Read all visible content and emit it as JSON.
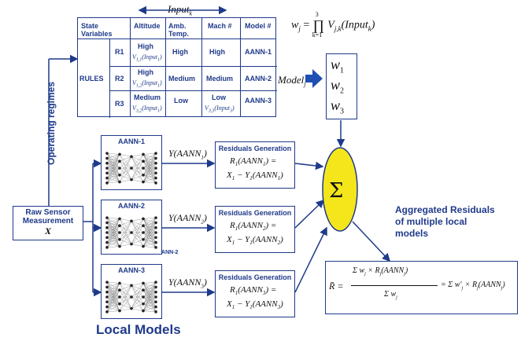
{
  "input_label": "Input",
  "input_sub": "k",
  "table": {
    "headers": [
      "State Variables",
      "Altitude",
      "Amb. Temp.",
      "Mach #",
      "Model #"
    ],
    "rules_label": "RULES",
    "rows": [
      {
        "rule": "R1",
        "altitude": "High",
        "altitude_v": "V",
        "altitude_vsub": "1,1",
        "altitude_vpar": "(Input",
        "altitude_vparsub": "1",
        "amb": "High",
        "mach": "High",
        "mach_v": "",
        "model": "AANN-1"
      },
      {
        "rule": "R2",
        "altitude": "High",
        "altitude_v": "V",
        "altitude_vsub": "1,2",
        "altitude_vpar": "(Input",
        "altitude_vparsub": "1",
        "amb": "Medium",
        "mach": "Medium",
        "mach_v": "",
        "model": "AANN-2"
      },
      {
        "rule": "R3",
        "altitude": "Medium",
        "altitude_v": "V",
        "altitude_vsub": "3,2",
        "altitude_vpar": "(Input",
        "altitude_vparsub": "1",
        "amb": "Low",
        "mach": "Low",
        "mach_v": "V",
        "mach_vsub": "3,3",
        "mach_vpar": "(Input",
        "mach_vparsub": "3",
        "model": "AANN-3"
      }
    ]
  },
  "weight_formula": {
    "lhs": "w",
    "lhs_sub": "j",
    "eq": "=",
    "prod_top": "3",
    "prod_bot": "k=1",
    "rhs": "V",
    "rhs_sub": "j,k",
    "rhs_par": "(Input",
    "rhs_parsub": "k",
    "rhs_close": ")"
  },
  "model_label": "Model",
  "model_sub": "j",
  "weights": [
    {
      "w": "w",
      "sub": "1"
    },
    {
      "w": "w",
      "sub": "2"
    },
    {
      "w": "w",
      "sub": "3"
    }
  ],
  "operating_regimes": "Operating regimes",
  "raw_sensor": {
    "line1": "Raw Sensor",
    "line2": "Measurement",
    "x": "X"
  },
  "aann": [
    {
      "title": "AANN-1",
      "y": "Y(AANN",
      "ysub": "1",
      "yclose": ")",
      "residual_title": "Residuals Generation",
      "r1": "R",
      "r1sub": "1",
      "r1par": "(AANN",
      "r1parsub": "1",
      "r1end": ") =",
      "x": "X",
      "xsub": "1",
      "minus": " − Y",
      "msub": "1",
      "mpar": "(AANN",
      "mparsub": "1",
      "mend": ")"
    },
    {
      "title": "AANN-2",
      "y": "Y(AANN",
      "ysub": "2",
      "yclose": ")",
      "residual_title": "Residuals Generation",
      "r1": "R",
      "r1sub": "1",
      "r1par": "(AANN",
      "r1parsub": "2",
      "r1end": ") =",
      "x": "X",
      "xsub": "1",
      "minus": " − Y",
      "msub": "1",
      "mpar": "(AANN",
      "mparsub": "2",
      "mend": ")"
    },
    {
      "title": "AANN-3",
      "y": "Y(AANN",
      "ysub": "3",
      "yclose": ")",
      "residual_title": "Residuals Generation",
      "r1": "R",
      "r1sub": "1",
      "r1par": "(AANN",
      "r1parsub": "3",
      "r1end": ") =",
      "x": "X",
      "xsub": "1",
      "minus": " − Y",
      "msub": "1",
      "mpar": "(AANN",
      "mparsub": "3",
      "mend": ")"
    }
  ],
  "aann2_tag": "AANN-2",
  "sigma": "Σ",
  "aggregated": {
    "line1": "Aggregated Residuals",
    "line2": "of multiple local",
    "line3": "models"
  },
  "local_models": "Local Models",
  "colors": {
    "primary": "#1f3a8a",
    "sigma_fill": "#f5e61b",
    "arrow_fill": "#1f4fb3"
  }
}
